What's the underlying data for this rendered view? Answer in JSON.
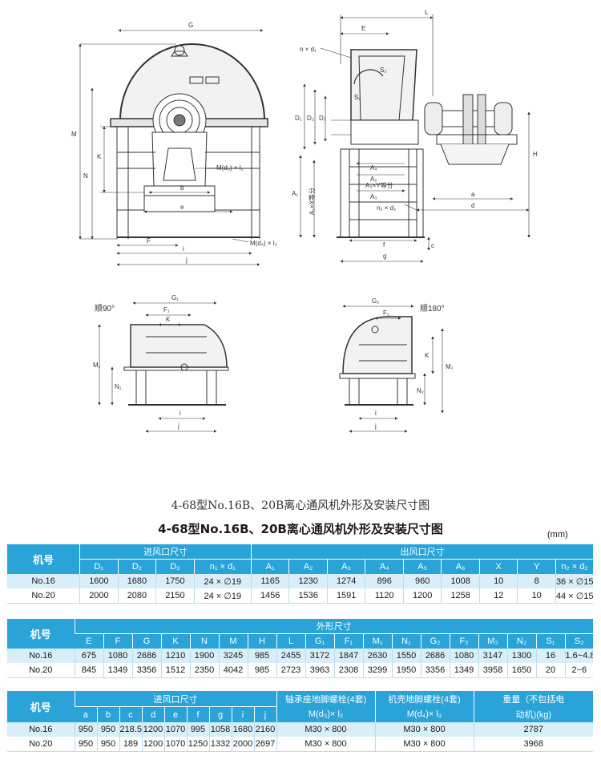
{
  "drawing_labels": {
    "front": {
      "G": "G",
      "M": "M",
      "N": "N",
      "K": "K",
      "b": "b",
      "e": "e",
      "F": "F",
      "i": "i",
      "j": "j",
      "bolt_d3": "M(d₃) × l₂",
      "bolt_d4": "M(d₄) × l₃"
    },
    "side": {
      "L": "L",
      "E": "E",
      "nd1": "n × d₁",
      "S1": "S₁",
      "S2": "S₂",
      "D1": "D₁",
      "D2": "D₂",
      "D3": "D₃",
      "A1": "A₁",
      "A2": "A₂",
      "A3": "A₃",
      "A4": "A₄",
      "AxX": "A₁×X等分",
      "AyY": "A₃×Y等分",
      "n2d2": "n₂ × d₂",
      "H": "H",
      "a": "a",
      "d": "d",
      "f": "f",
      "g": "g",
      "c": "c"
    },
    "rot90": {
      "title": "顺90°",
      "G": "G₁",
      "F": "F₁",
      "K": "K",
      "M": "M₁",
      "N": "N₁",
      "i": "i",
      "j": "j"
    },
    "rot180": {
      "title": "顺180°",
      "G": "G₂",
      "F": "F₂",
      "K": "K",
      "M": "M₂",
      "N": "N₂",
      "i": "i",
      "j": "j"
    }
  },
  "caption_serif": "4-68型No.16B、20B离心通风机外形及安装尺寸图",
  "caption_bold": "4-68型No.16B、20B离心通风机外形及安装尺寸图",
  "unit": "(mm)",
  "table1": {
    "model_label": "机号",
    "group_in": "进风口尺寸",
    "group_out": "出风口尺寸",
    "cols": [
      "D₁",
      "D₂",
      "D₃",
      "n₁ × d₁",
      "A₁",
      "A₂",
      "A₃",
      "A₄",
      "A₅",
      "A₆",
      "X",
      "Y",
      "n₂ × d₂"
    ],
    "rows": [
      {
        "model": "No.16",
        "values": [
          "1600",
          "1680",
          "1750",
          "24 × ∅19",
          "1165",
          "1230",
          "1274",
          "896",
          "960",
          "1008",
          "10",
          "8",
          "36 × ∅15"
        ]
      },
      {
        "model": "No.20",
        "values": [
          "2000",
          "2080",
          "2150",
          "24 × ∅19",
          "1456",
          "1536",
          "1591",
          "1120",
          "1200",
          "1258",
          "12",
          "10",
          "44 × ∅15"
        ]
      }
    ]
  },
  "table2": {
    "model_label": "机号",
    "group": "外形尺寸",
    "cols": [
      "E",
      "F",
      "G",
      "K",
      "N",
      "M",
      "H",
      "L",
      "G₁",
      "F₁",
      "M₁",
      "N₁",
      "G₂",
      "F₂",
      "M₂",
      "N₂",
      "S₁",
      "S₂"
    ],
    "rows": [
      {
        "model": "No.16",
        "values": [
          "675",
          "1080",
          "2686",
          "1210",
          "1900",
          "3245",
          "985",
          "2455",
          "3172",
          "1847",
          "2630",
          "1550",
          "2686",
          "1080",
          "3147",
          "1300",
          "16",
          "1.6~4.8"
        ]
      },
      {
        "model": "No.20",
        "values": [
          "845",
          "1349",
          "3356",
          "1512",
          "2350",
          "4042",
          "985",
          "2723",
          "3963",
          "2308",
          "3299",
          "1950",
          "3356",
          "1349",
          "3958",
          "1650",
          "20",
          "2~6"
        ]
      }
    ]
  },
  "table3": {
    "model_label": "机号",
    "group_in": "进风口尺寸",
    "bearing_bolt_title": "轴承座地脚螺栓(4套)",
    "bearing_bolt_sub": "M(d₃)× l₂",
    "casing_bolt_title": "机壳地脚螺栓(4套)",
    "casing_bolt_sub": "M(d₄)× l₃",
    "weight_title": "重量（不包括电",
    "weight_sub": "动机)(kg)",
    "cols": [
      "a",
      "b",
      "c",
      "d",
      "e",
      "f",
      "g",
      "i",
      "j"
    ],
    "rows": [
      {
        "model": "No.16",
        "values": [
          "950",
          "950",
          "218.5",
          "1200",
          "1070",
          "995",
          "1058",
          "1680",
          "2160"
        ],
        "bearing": "M30 × 800",
        "casing": "M30 × 800",
        "weight": "2787"
      },
      {
        "model": "No.20",
        "values": [
          "950",
          "950",
          "189",
          "1200",
          "1070",
          "1250",
          "1332",
          "2000",
          "2697"
        ],
        "bearing": "M30 × 800",
        "casing": "M30 × 800",
        "weight": "3968"
      }
    ]
  }
}
